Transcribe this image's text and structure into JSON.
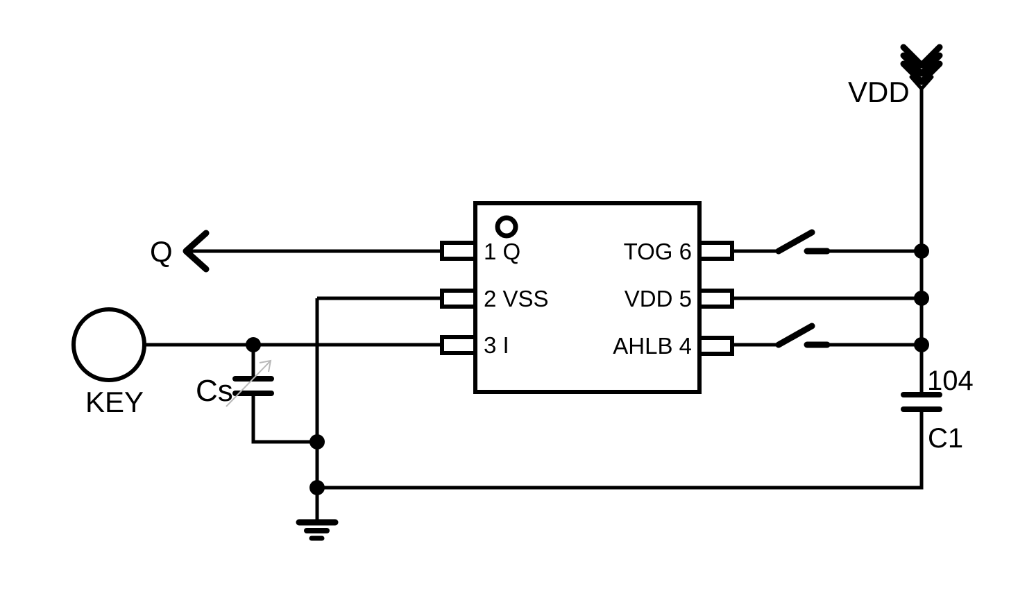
{
  "diagram": {
    "kind": "circuit-schematic",
    "subject": "6-pin touch-key IC application circuit"
  },
  "ic": {
    "pin_1": "1 Q",
    "pin_2": "2 VSS",
    "pin_3": "3 I",
    "pin_4": "AHLB 4",
    "pin_5": "VDD 5",
    "pin_6": "TOG 6"
  },
  "components": {
    "key_label": "KEY",
    "sense_capacitor_label": "Cs",
    "decoupling_capacitor_label": "C1",
    "decoupling_capacitor_value": "104"
  },
  "nets": {
    "output_label": "Q",
    "power_label": "VDD"
  },
  "colors": {
    "line": "#000000",
    "variable_arrow": "#b9b9b9",
    "background": "#ffffff"
  }
}
